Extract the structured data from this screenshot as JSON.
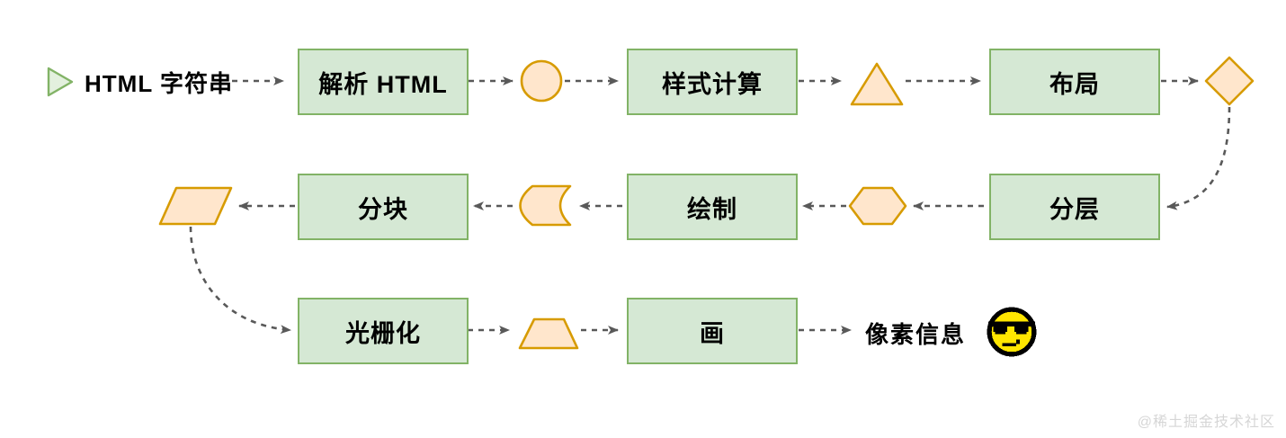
{
  "colors": {
    "node_fill": "#d5e8d4",
    "node_stroke": "#82b366",
    "shape_fill": "#ffe6cc",
    "shape_stroke": "#d79b00",
    "connector": "#595959",
    "text": "#000000",
    "watermark_text": "#d6d6d6",
    "smiley_yellow": "#ffe600"
  },
  "flow": {
    "start": {
      "icon": "play-triangle-icon",
      "label": "HTML 字符串"
    },
    "nodes": [
      {
        "id": "parse-html",
        "label": "解析 HTML"
      },
      {
        "id": "style-calc",
        "label": "样式计算"
      },
      {
        "id": "layout",
        "label": "布局"
      },
      {
        "id": "layer",
        "label": "分层"
      },
      {
        "id": "paint",
        "label": "绘制"
      },
      {
        "id": "tiling",
        "label": "分块"
      },
      {
        "id": "raster",
        "label": "光栅化"
      },
      {
        "id": "draw",
        "label": "画"
      }
    ],
    "shapes": [
      {
        "icon": "circle-icon",
        "between": [
          "解析 HTML",
          "样式计算"
        ]
      },
      {
        "icon": "triangle-icon",
        "between": [
          "样式计算",
          "布局"
        ]
      },
      {
        "icon": "diamond-icon",
        "between": [
          "布局",
          "分层"
        ]
      },
      {
        "icon": "hexagon-icon",
        "between": [
          "分层",
          "绘制"
        ]
      },
      {
        "icon": "curved-card-icon",
        "between": [
          "绘制",
          "分块"
        ]
      },
      {
        "icon": "parallelogram-icon",
        "between": [
          "分块",
          "光栅化"
        ]
      },
      {
        "icon": "trapezoid-icon",
        "between": [
          "光栅化",
          "画"
        ]
      }
    ],
    "end": {
      "label": "像素信息",
      "icon": "sunglasses-smiley-icon"
    }
  },
  "watermark": "@稀土掘金技术社区"
}
